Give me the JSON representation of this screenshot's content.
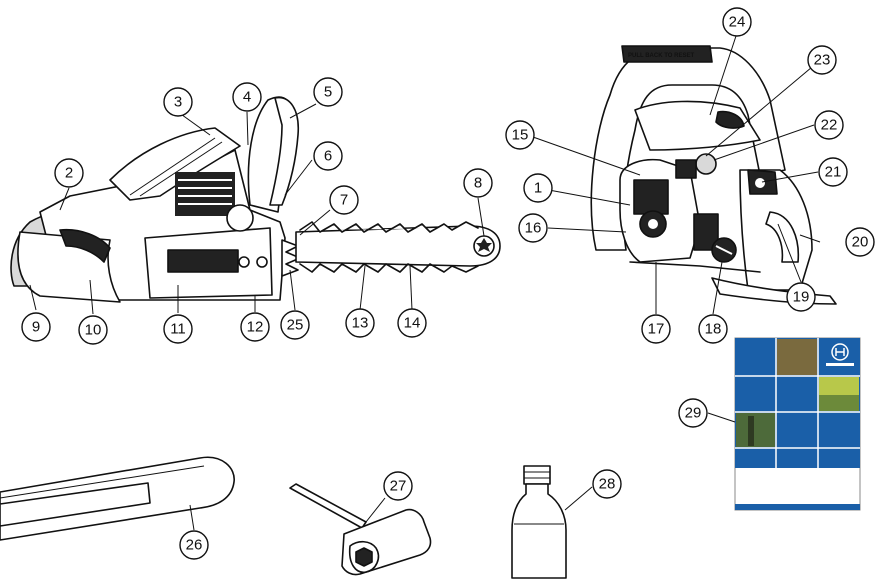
{
  "callouts": [
    "1",
    "2",
    "3",
    "4",
    "5",
    "6",
    "7",
    "8",
    "9",
    "10",
    "11",
    "12",
    "13",
    "14",
    "15",
    "16",
    "17",
    "18",
    "19",
    "20",
    "21",
    "22",
    "23",
    "24",
    "25",
    "26",
    "27",
    "28",
    "29"
  ],
  "handle_text": "PULL BACK TO RESET",
  "colors": {
    "line": "#111111",
    "manual_blue": "#1a5fa8",
    "manual_grid": "#ffffff",
    "manual_footer": "#1a5fa8"
  },
  "icons": {
    "manual_logo": "husqvarna-crown-logo"
  }
}
